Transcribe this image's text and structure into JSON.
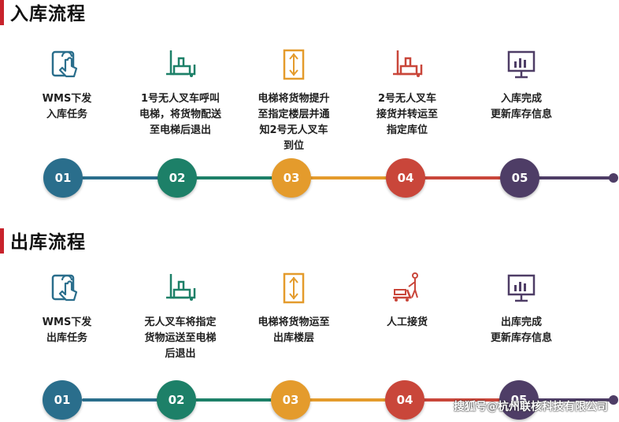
{
  "inbound": {
    "title": "入库流程",
    "steps": [
      {
        "label": "WMS下发\n入库任务",
        "number": "01",
        "icon": "touch-screen-icon"
      },
      {
        "label": "1号无人叉车呼叫\n电梯，将货物配送\n至电梯后退出",
        "number": "02",
        "icon": "forklift-icon"
      },
      {
        "label": "电梯将货物提升\n至指定楼层并通\n知2号无人叉车\n到位",
        "number": "03",
        "icon": "elevator-icon"
      },
      {
        "label": "2号无人叉车\n接货并转运至\n指定库位",
        "number": "04",
        "icon": "forklift-icon"
      },
      {
        "label": "入库完成\n更新库存信息",
        "number": "05",
        "icon": "monitor-chart-icon"
      }
    ]
  },
  "outbound": {
    "title": "出库流程",
    "steps": [
      {
        "label": "WMS下发\n出库任务",
        "number": "01",
        "icon": "touch-screen-icon"
      },
      {
        "label": "无人叉车将指定\n货物运送至电梯\n后退出",
        "number": "02",
        "icon": "forklift-icon"
      },
      {
        "label": "电梯将货物运至\n出库楼层",
        "number": "03",
        "icon": "elevator-icon"
      },
      {
        "label": "人工接货",
        "number": "04",
        "icon": "pallet-jack-worker-icon"
      },
      {
        "label": "出库完成\n更新库存信息",
        "number": "05",
        "icon": "monitor-chart-icon"
      }
    ]
  },
  "colors": {
    "step1": "#2a6e8c",
    "step2": "#1d8068",
    "step3": "#e49b2c",
    "step4": "#c9463a",
    "step5": "#4e3d66",
    "accent": "#c8232c"
  },
  "watermark": "搜狐号@杭州联核科技有限公司"
}
